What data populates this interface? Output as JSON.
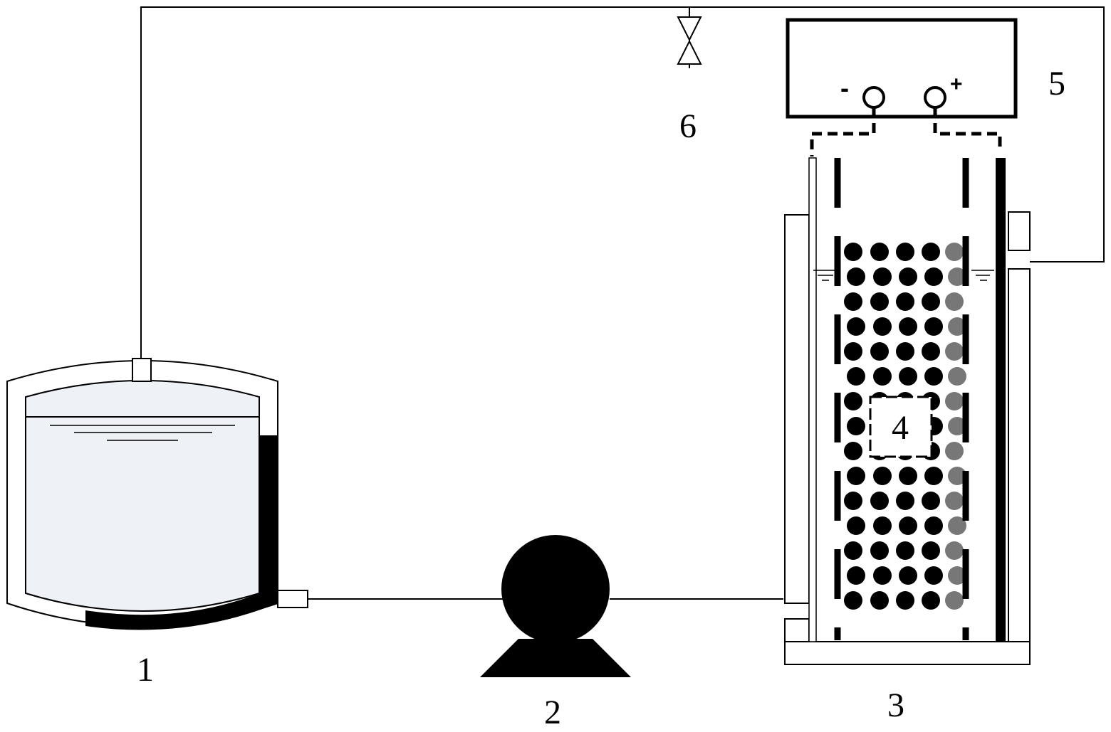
{
  "labels": {
    "tank": "1",
    "pump": "2",
    "reactor": "3",
    "packing": "4",
    "power_supply": "5",
    "valve": "6"
  },
  "terminals": {
    "negative": "-",
    "positive": "+"
  },
  "colors": {
    "line": "#000000",
    "background": "#ffffff",
    "tank_water": "#eef1f6",
    "particle_dark": "#000000",
    "particle_gray": "#777777"
  }
}
